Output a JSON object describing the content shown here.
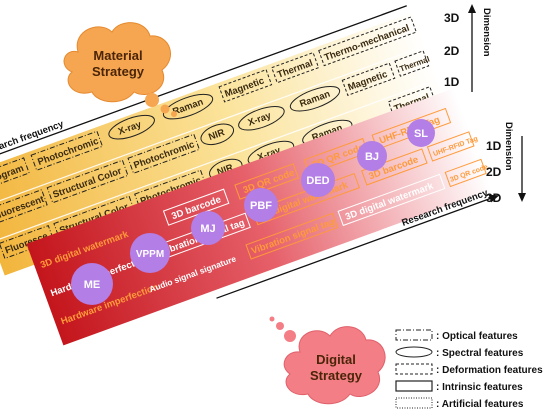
{
  "clouds": {
    "material": [
      "Material",
      "Strategy"
    ],
    "digital": [
      "Digital",
      "Strategy"
    ]
  },
  "axes": {
    "top_dimension": "Dimension",
    "bottom_dimension": "Dimension",
    "top_frequency": "Research frequency",
    "bottom_frequency": "Research frequency"
  },
  "material_levels": [
    "3D",
    "2D",
    "1D"
  ],
  "digital_levels": [
    "1D",
    "2D",
    "3D"
  ],
  "material_band": {
    "row_3d": [
      "Hologram",
      "Photochromic",
      "X-ray",
      "Raman",
      "Magnetic",
      "Thermal",
      "Thermo-mechanical"
    ],
    "row_2d": [
      "Fluorescent",
      "Structural Color",
      "Photochromic",
      "NIR",
      "X-ray",
      "Raman",
      "Magnetic",
      "Thermal"
    ],
    "row_1d": [
      "Fluoresce",
      "Structural Color",
      "Photochromic",
      "NIR",
      "X-ray",
      "Raman",
      "Thermal"
    ]
  },
  "digital_band": {
    "row_1d": [
      "3D digital watermark",
      "3D barcode",
      "3D QR code",
      "3D QR code",
      "UHF-RFID Tag",
      "UHF-RFID Tag"
    ],
    "row_2d": [
      "Hardware imperfection",
      "Vibration signal tag",
      "3D digital watermark",
      "3D barcode",
      "3D barcode"
    ],
    "row_3d": [
      "Hardware imperfection",
      "Audio signal signature",
      "Vibration signal tag",
      "3D digital watermark",
      "3D QR code"
    ]
  },
  "methods": [
    "ME",
    "VPPM",
    "MJ",
    "PBF",
    "DED",
    "BJ",
    "SL"
  ],
  "legend": [
    {
      "label": ": Optical features"
    },
    {
      "label": ": Spectral features"
    },
    {
      "label": ": Deformation features"
    },
    {
      "label": ": Intrinsic features"
    },
    {
      "label": ": Artificial features"
    }
  ],
  "colors": {
    "material_band_light": "#fff2c0",
    "material_band_dark": "#f2b53c",
    "digital_band_light": "#fbd9d9",
    "digital_band_dark": "#c4151c",
    "method_circle": "#b37ee6",
    "cloud": "#f6a550",
    "accent_orange": "#ff9a3a"
  }
}
